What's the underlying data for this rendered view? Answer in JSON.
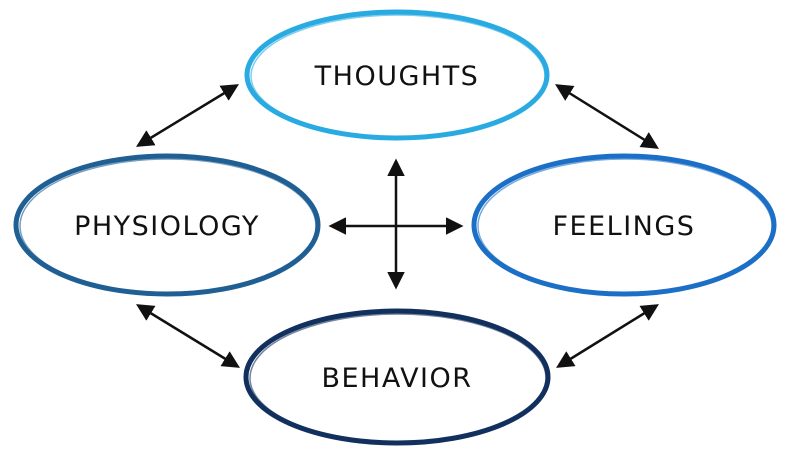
{
  "diagram": {
    "nodes": {
      "thoughts": {
        "label": "THOUGHTS",
        "color": "#29abe2"
      },
      "feelings": {
        "label": "FEELINGS",
        "color": "#1c6fc6"
      },
      "physiology": {
        "label": "PHYSIOLOGY",
        "color": "#1f5f94"
      },
      "behavior": {
        "label": "BEHAVIOR",
        "color": "#12305e"
      }
    },
    "edges": [
      {
        "from": "thoughts",
        "to": "physiology",
        "bidirectional": true
      },
      {
        "from": "thoughts",
        "to": "feelings",
        "bidirectional": true
      },
      {
        "from": "physiology",
        "to": "behavior",
        "bidirectional": true
      },
      {
        "from": "feelings",
        "to": "behavior",
        "bidirectional": true
      },
      {
        "from": "thoughts",
        "to": "behavior",
        "bidirectional": true,
        "style": "center-cross"
      },
      {
        "from": "physiology",
        "to": "feelings",
        "bidirectional": true,
        "style": "center-cross"
      }
    ],
    "arrow_color": "#111111"
  }
}
